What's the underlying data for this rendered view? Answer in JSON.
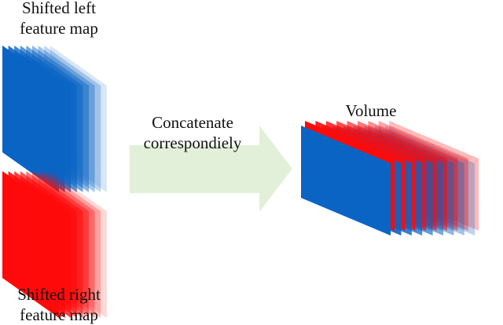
{
  "labels": {
    "left_map": [
      "Shifted left",
      "feature map"
    ],
    "right_map": [
      "Shifted right",
      "feature map"
    ],
    "arrow": [
      "Concatenate",
      "correspondiely"
    ],
    "volume": "Volume"
  },
  "colors": {
    "blue": "#0a64c4",
    "red": "#ff0a0a",
    "arrow": "#e3f0d9",
    "text": "#111111"
  },
  "stacks": {
    "left_slices": 9,
    "right_slices": 9,
    "volume_pairs": 9
  }
}
